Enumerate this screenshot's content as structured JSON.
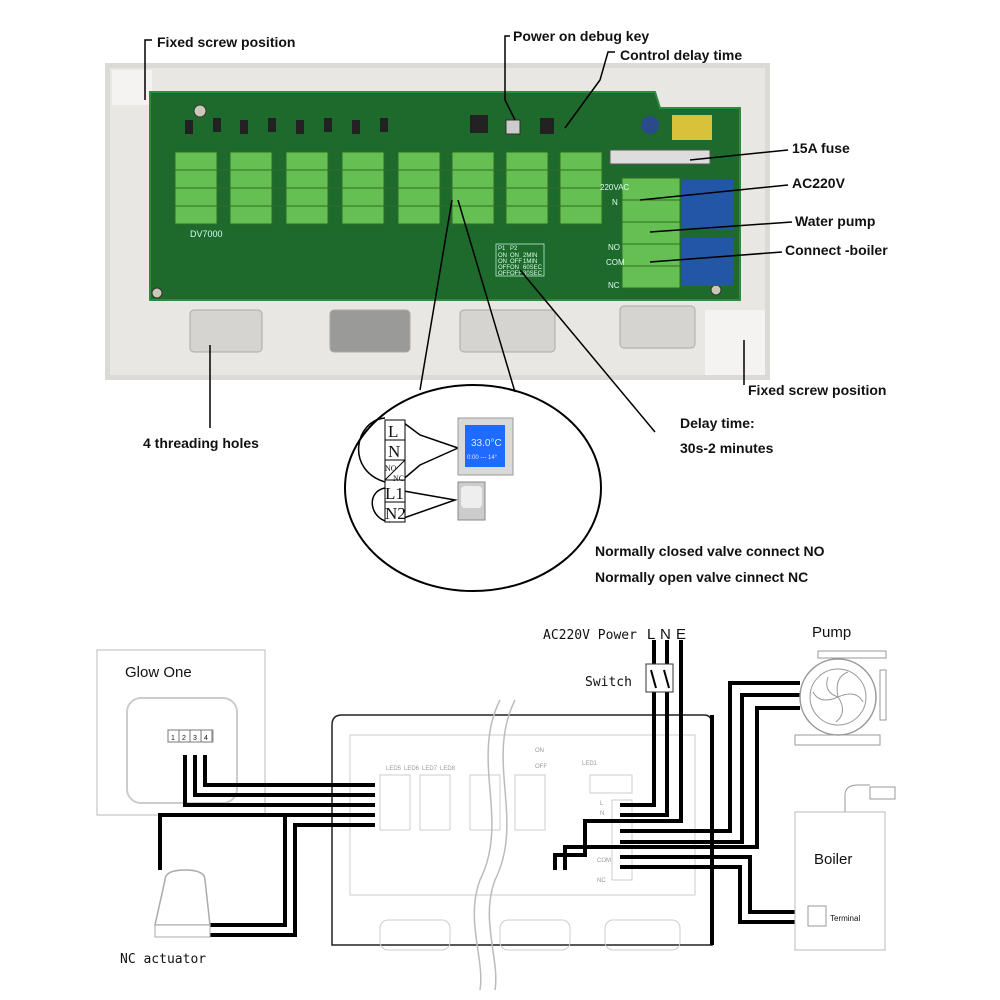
{
  "photo_labels": {
    "fixed_screw_top": "Fixed screw position",
    "power_debug_key": "Power on debug key",
    "control_delay": "Control delay time",
    "fuse": "15A fuse",
    "ac220v": "AC220V",
    "water_pump": "Water pump",
    "connect_boiler": "Connect -boiler",
    "fixed_screw_bottom": "Fixed screw position",
    "threading_holes": "4 threading holes",
    "delay_time_1": "Delay time:",
    "delay_time_2": "30s-2 minutes",
    "nc_valve": "Normally closed valve connect NO",
    "no_valve": "Normally open valve cinnect NC",
    "pcb_model": "DV7000"
  },
  "pcb_table": {
    "rows": [
      [
        "P1",
        "P2",
        ""
      ],
      [
        "ON",
        "ON",
        "2MIN"
      ],
      [
        "ON",
        "OFF",
        "1MIN"
      ],
      [
        "OFF",
        "ON",
        "60SEC"
      ],
      [
        "OFF",
        "OFF",
        "30SEC"
      ]
    ]
  },
  "pcb_side_labels": {
    "ac": "220VAC",
    "n": "N",
    "no": "NO",
    "com": "COM",
    "nc": "NC"
  },
  "inset": {
    "terminals": [
      "L",
      "N",
      "NO",
      "NC",
      "L1",
      "N2"
    ],
    "thermostat_temp": "33.0°C",
    "thermostat_time": "0:00 --- 14°"
  },
  "wiring": {
    "glow_one": "Glow One",
    "thermostat_terminals": [
      "1",
      "2",
      "3",
      "4"
    ],
    "power_label": "AC220V Power",
    "power_lines": [
      "L",
      "N",
      "E"
    ],
    "switch": "Switch",
    "pump": "Pump",
    "boiler": "Boiler",
    "terminal": "Terminal",
    "nc_actuator": "NC actuator",
    "board_leds": [
      "LED5",
      "LED6",
      "LED7",
      "LED8",
      "LED1"
    ],
    "board_terms": [
      "L",
      "N",
      "COM",
      "NC",
      "ON",
      "OFF"
    ]
  }
}
